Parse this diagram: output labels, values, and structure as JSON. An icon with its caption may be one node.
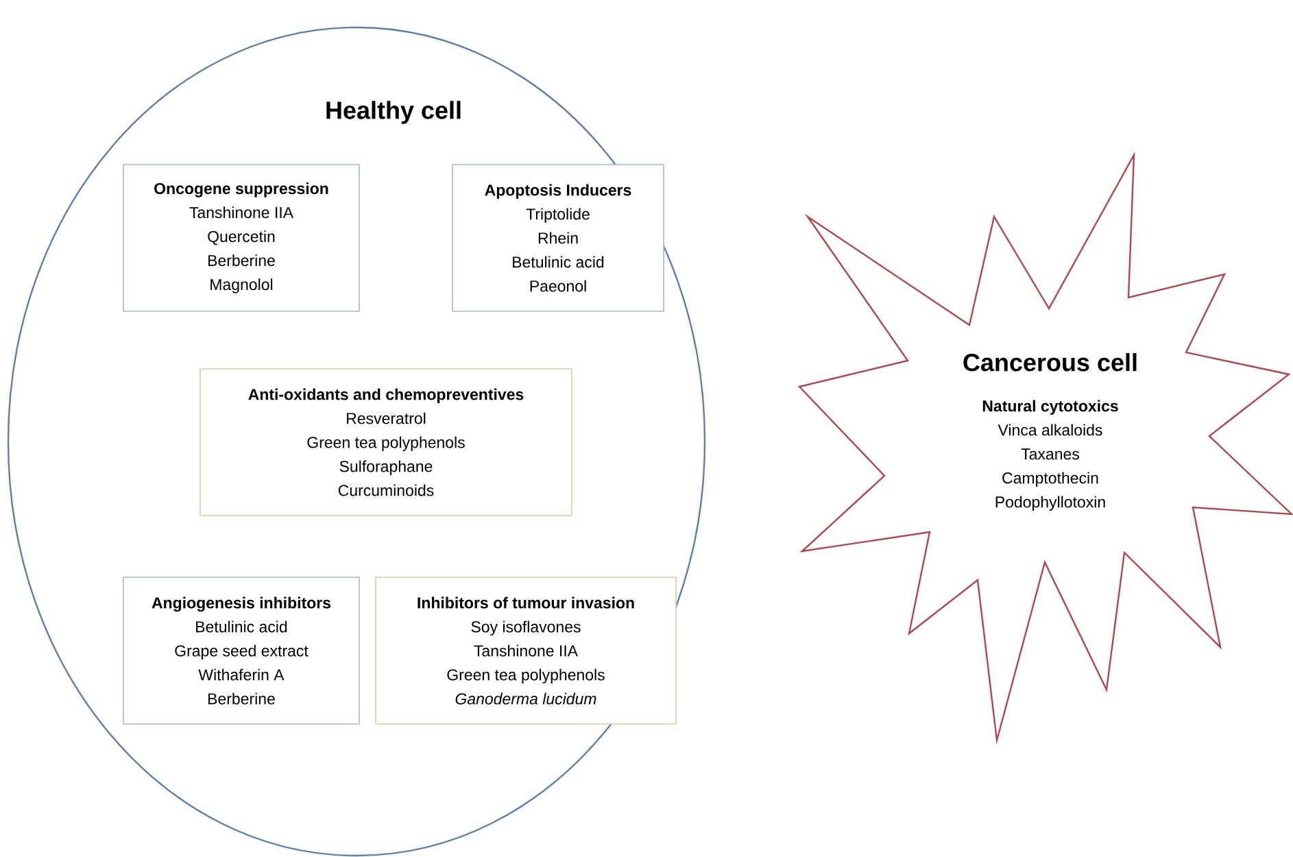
{
  "diagram": {
    "nodes": [
      {
        "text": [
          "Healthy cell"
        ]
      },
      {
        "text": [
          "Oncogene suppression",
          "Tanshinone IIA",
          "Quercetin",
          "Berberine",
          "Magnolol"
        ],
        "in": 0
      },
      {
        "text": [
          "Apoptosis Inducers",
          "Triptolide",
          "Rhein",
          "Betulinic acid",
          "Paeonol"
        ],
        "in": 0
      },
      {
        "text": [
          "Anti-oxidants and chemopreventives",
          "Resveratrol",
          "Green tea polyphenols",
          "Sulforaphane",
          "Curcuminoids"
        ],
        "in": 0
      },
      {
        "text": [
          "Angiogenesis inhibitors",
          "Betulinic acid",
          "Grape seed extract",
          "Withaferin A",
          "Berberine"
        ],
        "in": 0
      },
      {
        "text": [
          "Inhibitors of tumour invasion",
          "Soy isoflavones",
          "Tanshinone IIA",
          "Green tea polyphenols",
          "Ganoderma lucidum"
        ],
        "in": 0
      },
      {
        "text": [
          "Cancerous cell",
          "Natural cytotoxics",
          "Vinca alkaloids",
          "Taxanes",
          "Camptothecin",
          "Podophyllotoxin"
        ]
      }
    ]
  }
}
